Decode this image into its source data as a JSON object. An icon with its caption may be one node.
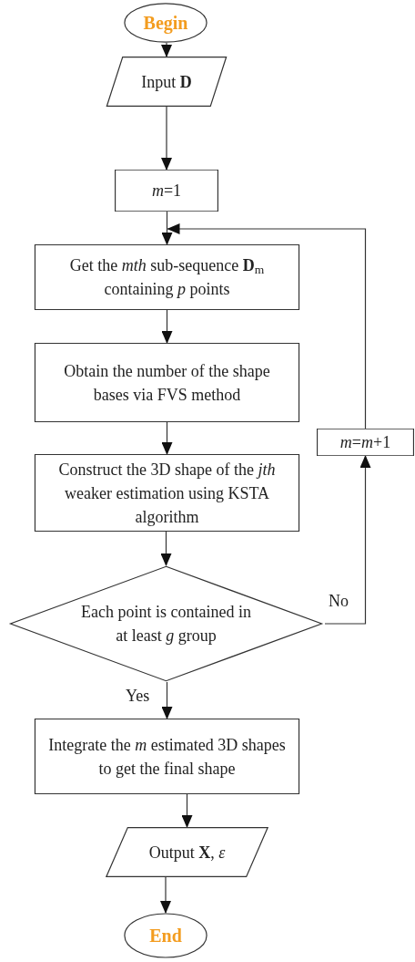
{
  "diagram": {
    "nodes": [
      {
        "text": [
          "Begin"
        ]
      },
      {
        "text": [
          "Input **D**"
        ]
      },
      {
        "text": [
          "*m*=1"
        ]
      },
      {
        "text": [
          "Get the *mth* sub-sequence **D**$_{m}$ containing *p* points"
        ]
      },
      {
        "text": [
          "Obtain the number of the shape bases via FVS method"
        ]
      },
      {
        "text": [
          "Construct the 3D shape of the *jth* weaker estimation using KSTA algorithm"
        ]
      },
      {
        "text": [
          "Each point is contained in at least *g* group"
        ]
      },
      {
        "text": [
          "Integrate the *m* estimated 3D shapes to get the final shape"
        ]
      },
      {
        "text": [
          "Output **X**, *ε*"
        ]
      },
      {
        "text": [
          "End"
        ]
      },
      {
        "text": [
          "*m*=*m*+1"
        ]
      }
    ],
    "edges": [
      {
        "from": 0,
        "to": 1,
        "arrow": "to"
      },
      {
        "from": 1,
        "to": 2,
        "arrow": "to"
      },
      {
        "from": 2,
        "to": 3,
        "arrow": "to"
      },
      {
        "from": 3,
        "to": 4,
        "arrow": "to"
      },
      {
        "from": 4,
        "to": 5,
        "arrow": "to"
      },
      {
        "from": 5,
        "to": 6,
        "arrow": "to"
      },
      {
        "from": 6,
        "to": 7,
        "arrow": "to",
        "label": "Yes"
      },
      {
        "from": 7,
        "to": 8,
        "arrow": "to"
      },
      {
        "from": 8,
        "to": 9,
        "arrow": "to"
      },
      {
        "from": 6,
        "to": 10,
        "arrow": "to",
        "label": "No"
      },
      {
        "from": 10,
        "to": 3,
        "arrow": "to"
      }
    ]
  }
}
